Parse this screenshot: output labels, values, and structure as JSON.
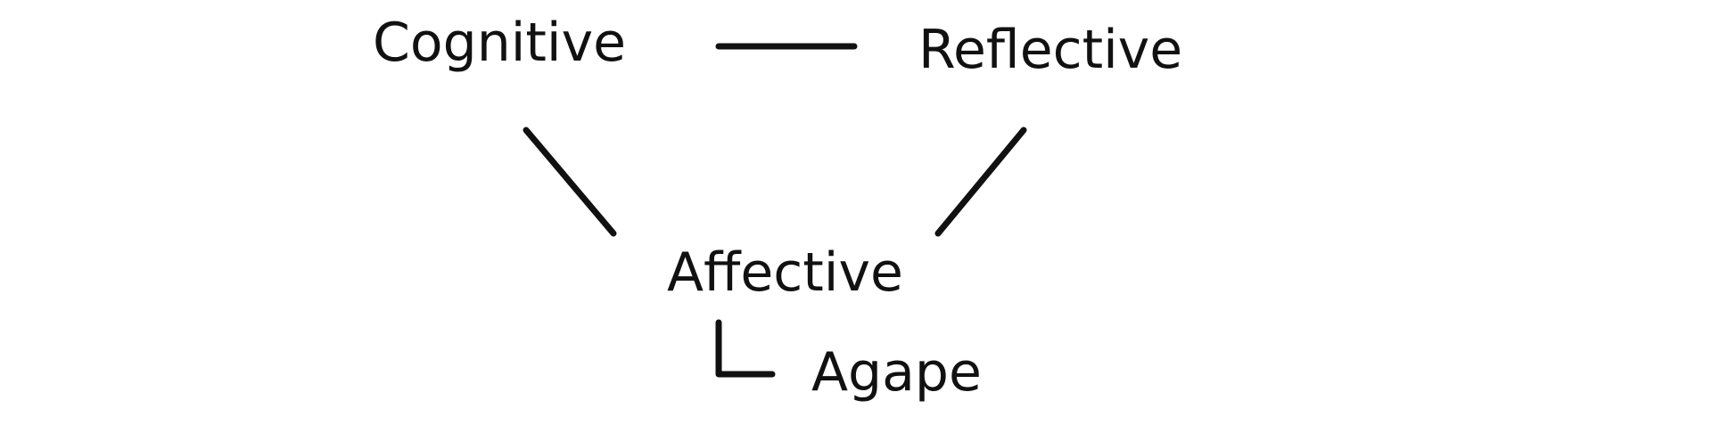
{
  "diagram": {
    "nodes": [
      {
        "id": "cognitive",
        "label": "Cognitive"
      },
      {
        "id": "reflective",
        "label": "Reflective"
      },
      {
        "id": "affective",
        "label": "Affective"
      },
      {
        "id": "agape",
        "label": "Agape"
      }
    ],
    "edges": [
      {
        "from": "cognitive",
        "to": "reflective",
        "style": "straight"
      },
      {
        "from": "cognitive",
        "to": "affective",
        "style": "straight"
      },
      {
        "from": "reflective",
        "to": "affective",
        "style": "straight"
      },
      {
        "from": "affective",
        "to": "agape",
        "style": "elbow"
      }
    ],
    "colors": {
      "text": "#111111",
      "line": "#111111",
      "background": "#ffffff"
    }
  }
}
